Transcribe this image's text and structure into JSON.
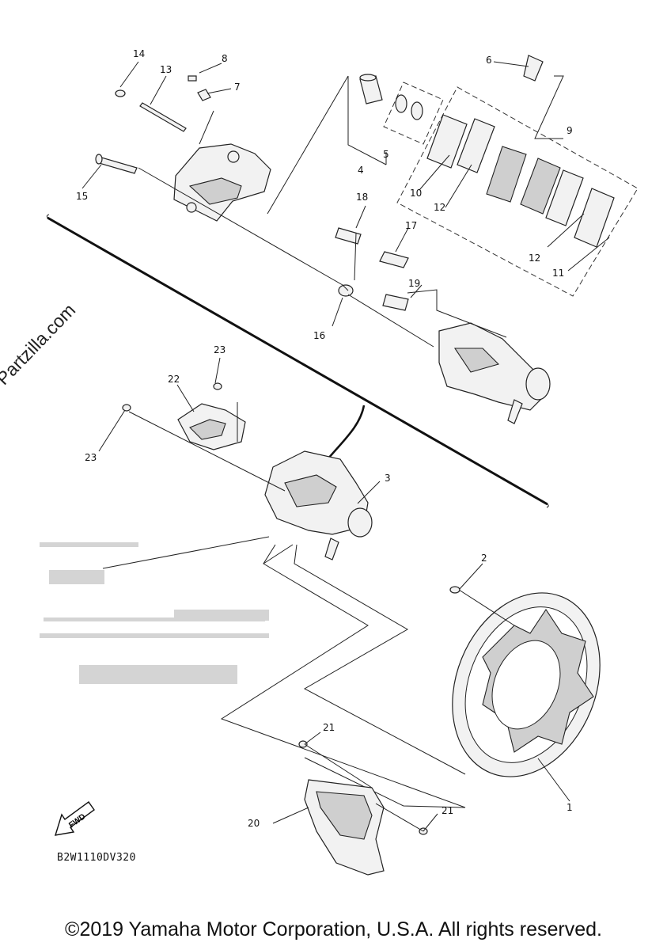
{
  "diagram": {
    "callouts": {
      "c1": "1",
      "c2": "2",
      "c3": "3",
      "c4": "4",
      "c5": "5",
      "c6": "6",
      "c7": "7",
      "c8": "8",
      "c9": "9",
      "c10": "10",
      "c11": "11",
      "c12a": "12",
      "c12b": "12",
      "c13": "13",
      "c14": "14",
      "c15": "15",
      "c16": "16",
      "c17": "17",
      "c18": "18",
      "c19": "19",
      "c20": "20",
      "c21a": "21",
      "c21b": "21",
      "c22": "22",
      "c23a": "23",
      "c23b": "23"
    },
    "fwd_label": "FWD",
    "code": "B2W1110DV320"
  },
  "watermark": "© Partzilla.com",
  "copyright": "©2019 Yamaha Motor Corporation, U.S.A. All rights reserved.",
  "colors": {
    "ink": "#111111",
    "background": "#ffffff"
  }
}
